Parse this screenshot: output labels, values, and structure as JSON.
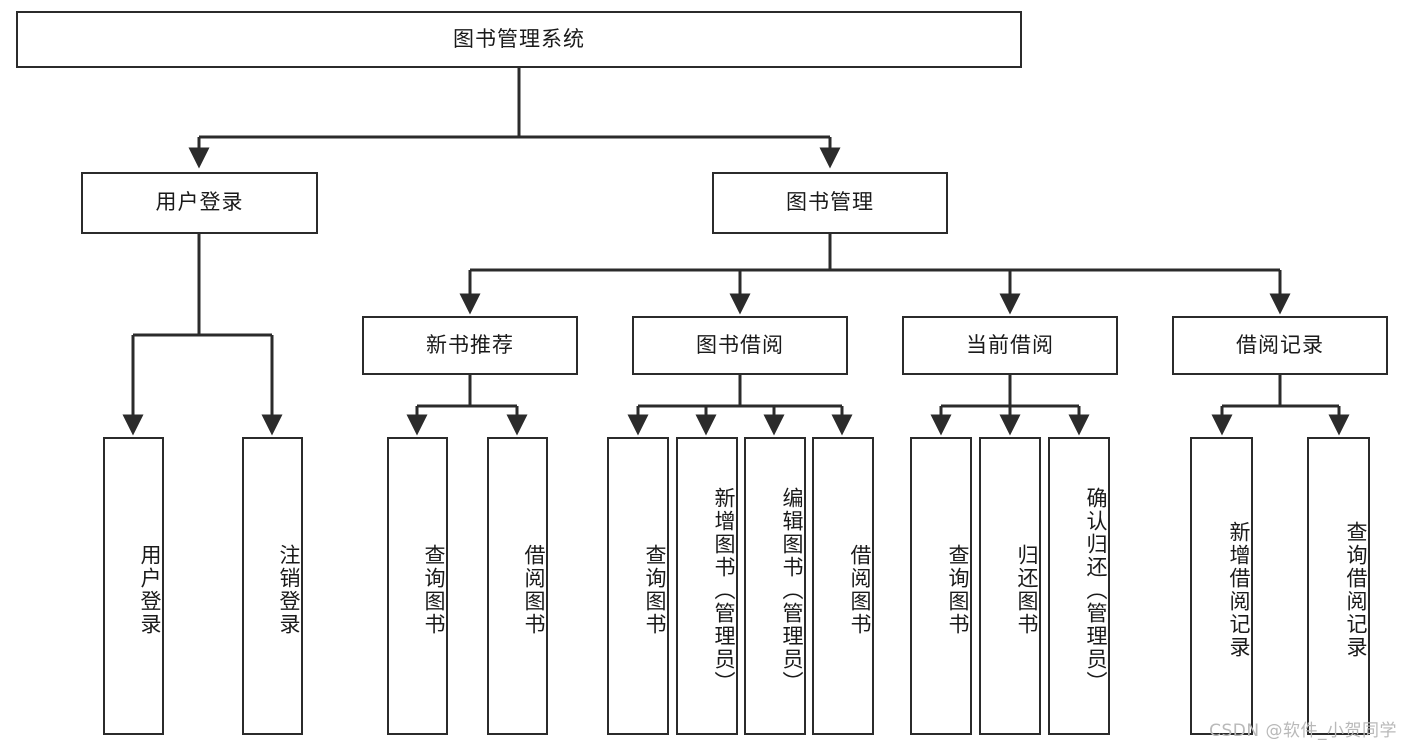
{
  "diagram": {
    "title_node": {
      "id": "root",
      "label": "图书管理系统"
    },
    "level2": [
      {
        "id": "user-login",
        "label": "用户登录"
      },
      {
        "id": "book-manage",
        "label": "图书管理"
      }
    ],
    "level3": [
      {
        "id": "new-book-rec",
        "label": "新书推荐"
      },
      {
        "id": "book-borrow",
        "label": "图书借阅"
      },
      {
        "id": "current-borrow",
        "label": "当前借阅"
      },
      {
        "id": "borrow-record",
        "label": "借阅记录"
      }
    ],
    "leaves": [
      {
        "id": "leaf-user-login",
        "label": "用户登录",
        "parent": "user-login"
      },
      {
        "id": "leaf-logout",
        "label": "注销登录",
        "parent": "user-login"
      },
      {
        "id": "leaf-query-book-1",
        "label": "查询图书",
        "parent": "new-book-rec"
      },
      {
        "id": "leaf-borrow-book-1",
        "label": "借阅图书",
        "parent": "new-book-rec"
      },
      {
        "id": "leaf-query-book-2",
        "label": "查询图书",
        "parent": "book-borrow"
      },
      {
        "id": "leaf-add-book",
        "label": "新增图书（管理员）",
        "parent": "book-borrow"
      },
      {
        "id": "leaf-edit-book",
        "label": "编辑图书（管理员）",
        "parent": "book-borrow"
      },
      {
        "id": "leaf-borrow-book-2",
        "label": "借阅图书",
        "parent": "book-borrow"
      },
      {
        "id": "leaf-query-book-3",
        "label": "查询图书",
        "parent": "current-borrow"
      },
      {
        "id": "leaf-return-book",
        "label": "归还图书",
        "parent": "current-borrow"
      },
      {
        "id": "leaf-confirm-return",
        "label": "确认归还（管理员）",
        "parent": "current-borrow"
      },
      {
        "id": "leaf-add-record",
        "label": "新增借阅记录",
        "parent": "borrow-record"
      },
      {
        "id": "leaf-query-record",
        "label": "查询借阅记录",
        "parent": "borrow-record"
      }
    ],
    "watermark": "CSDN @软件_小贺同学",
    "colors": {
      "stroke": "#2b2b2b",
      "background": "#ffffff",
      "text": "#1a1a1a",
      "watermark": "#b9b9b9"
    }
  }
}
